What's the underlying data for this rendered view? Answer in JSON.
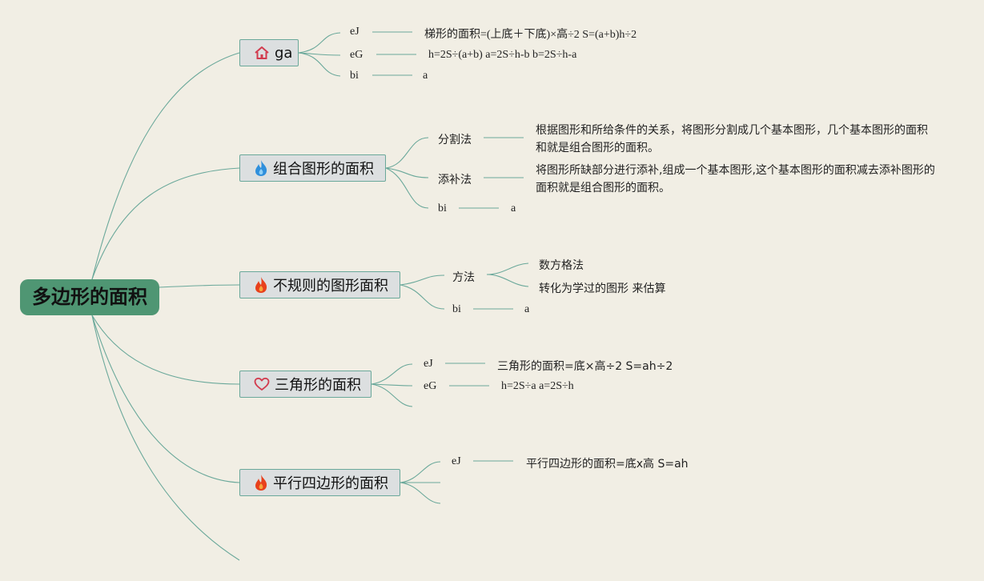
{
  "root": {
    "label": "多边形的面积"
  },
  "topics": [
    {
      "label": "ga",
      "icon": "house-icon",
      "items": [
        {
          "key": "eJ",
          "value": "梯形的面积=(上底＋下底)×高÷2 S=(a+b)h÷2"
        },
        {
          "key": "eG",
          "value": "h=2S÷(a+b) a=2S÷h-b b=2S÷h-a"
        },
        {
          "key": "bi",
          "value": "a"
        }
      ]
    },
    {
      "label": "组合图形的面积",
      "icon": "blue-flame-icon",
      "items": [
        {
          "key": "分割法",
          "value": "根据图形和所给条件的关系，将图形分割成几个基本图形，几个基本图形的面积和就是组合图形的面积。"
        },
        {
          "key": "添补法",
          "value": "将图形所缺部分进行添补,组成一个基本图形,这个基本图形的面积减去添补图形的面积就是组合图形的面积。"
        },
        {
          "key": "bi",
          "value": "a"
        }
      ]
    },
    {
      "label": "不规则的图形面积",
      "icon": "red-flame-icon",
      "items": [
        {
          "key": "方法",
          "children": [
            "数方格法",
            "转化为学过的图形 来估算"
          ]
        },
        {
          "key": "bi",
          "value": "a"
        }
      ]
    },
    {
      "label": "三角形的面积",
      "icon": "heart-icon",
      "items": [
        {
          "key": "eJ",
          "value": "三角形的面积=底×高÷2 S=ah÷2"
        },
        {
          "key": "eG",
          "value": "h=2S÷a a=2S÷h"
        }
      ]
    },
    {
      "label": "平行四边形的面积",
      "icon": "red-flame-icon",
      "items": [
        {
          "key": "eJ",
          "value": "平行四边形的面积=底x高 S=ah"
        }
      ]
    }
  ],
  "colors": {
    "background": "#f1eee4",
    "root": "#4f9673",
    "topic_fill": "#dcdfe0",
    "link": "#6aa89a",
    "flame_red": "#e8401c",
    "flame_blue": "#2f8fdc",
    "icon_outline": "#d23b4e"
  }
}
